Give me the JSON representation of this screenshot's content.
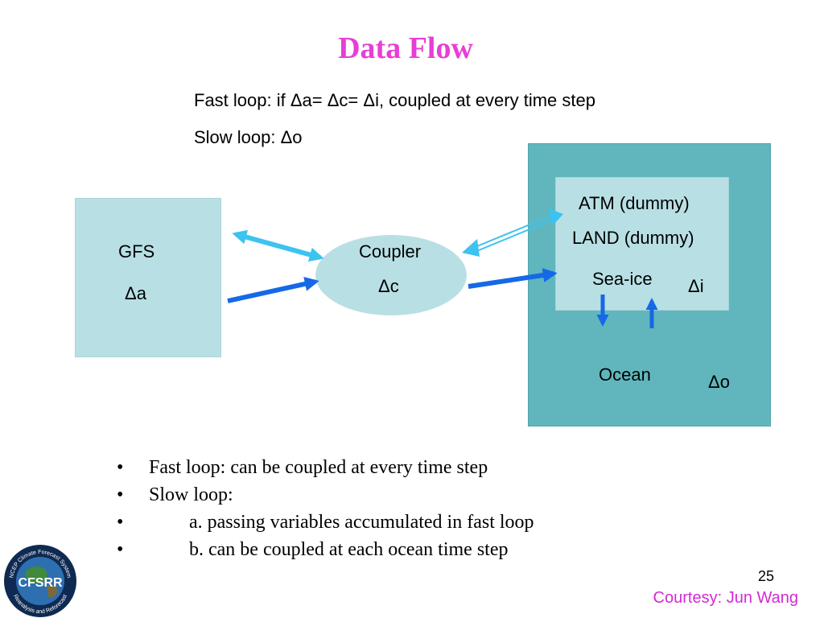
{
  "title": "Data Flow",
  "notes": {
    "fast_loop": "Fast loop: if Δa= Δc= Δi, coupled at every time step",
    "slow_loop": "Slow loop: Δo"
  },
  "diagram": {
    "gfs": {
      "name": "GFS",
      "step": "Δa"
    },
    "coupler": {
      "name": "Coupler",
      "step": "Δc"
    },
    "inner": {
      "atm": "ATM (dummy)",
      "land": "LAND (dummy)",
      "seaice": "Sea-ice",
      "step": "Δi"
    },
    "ocean": {
      "name": "Ocean",
      "step": "Δo"
    }
  },
  "bullets": [
    "Fast loop: can be coupled at every time step",
    "Slow loop:",
    "a. passing variables accumulated in fast loop",
    "b. can be coupled at each ocean time step"
  ],
  "bullet_char": "•",
  "page_number": "25",
  "courtesy": "Courtesy: Jun Wang",
  "logo": {
    "text": "CFSRR",
    "ring_top": "NCEP Climate Forecast System",
    "ring_bottom": "Reanalysis and Reforecast"
  },
  "colors": {
    "title": "#e83ed6",
    "box_light": "#b8e0e4",
    "ocean": "#61b6bd",
    "arrow_light": "#3cc3ef",
    "arrow_dark": "#1569e6",
    "courtesy": "#d22bd6"
  }
}
